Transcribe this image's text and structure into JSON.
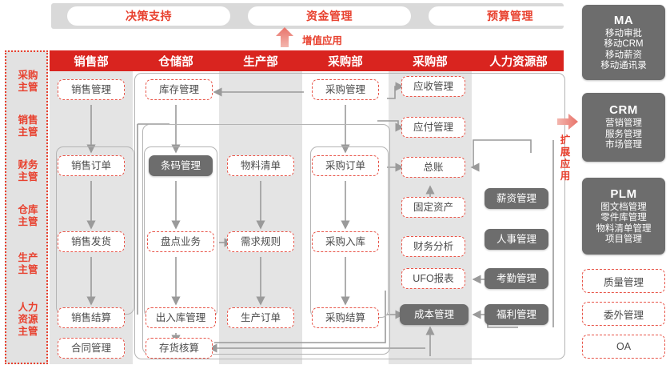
{
  "top_tabs": [
    {
      "label": "决策支持"
    },
    {
      "label": "资金管理"
    },
    {
      "label": "预算管理"
    }
  ],
  "value_added_label": "增值应用",
  "expansion_label": "扩展应用",
  "roles": [
    {
      "label": "采购\n主管",
      "line1": "采购",
      "line2": "主管",
      "line3": ""
    },
    {
      "label": "销售\n主管",
      "line1": "销售",
      "line2": "主管",
      "line3": ""
    },
    {
      "label": "财务\n主管",
      "line1": "财务",
      "line2": "主管",
      "line3": ""
    },
    {
      "label": "仓库\n主管",
      "line1": "仓库",
      "line2": "主管",
      "line3": ""
    },
    {
      "label": "生产\n主管",
      "line1": "生产",
      "line2": "主管",
      "line3": ""
    },
    {
      "label": "人力\n资源\n主管",
      "line1": "人力",
      "line2": "资源",
      "line3": "主管"
    }
  ],
  "columns": [
    {
      "header": "销售部"
    },
    {
      "header": "仓储部"
    },
    {
      "header": "生产部"
    },
    {
      "header": "采购部"
    },
    {
      "header": "采购部"
    },
    {
      "header": "人力资源部"
    }
  ],
  "nodes": {
    "sales": [
      {
        "label": "销售管理",
        "style": "red"
      },
      {
        "label": "销售订单",
        "style": "red"
      },
      {
        "label": "销售发货",
        "style": "red"
      },
      {
        "label": "销售结算",
        "style": "red"
      },
      {
        "label": "合同管理",
        "style": "red"
      }
    ],
    "warehouse": [
      {
        "label": "库存管理",
        "style": "red"
      },
      {
        "label": "条码管理",
        "style": "gray"
      },
      {
        "label": "盘点业务",
        "style": "red"
      },
      {
        "label": "出入库管理",
        "style": "red"
      },
      {
        "label": "存货核算",
        "style": "red"
      }
    ],
    "production": [
      {
        "label": "物料清单",
        "style": "red"
      },
      {
        "label": "需求规则",
        "style": "red"
      },
      {
        "label": "生产订单",
        "style": "red"
      }
    ],
    "purchasing": [
      {
        "label": "采购管理",
        "style": "red"
      },
      {
        "label": "采购订单",
        "style": "red"
      },
      {
        "label": "采购入库",
        "style": "red"
      },
      {
        "label": "采购结算",
        "style": "red"
      }
    ],
    "finance": [
      {
        "label": "应收管理",
        "style": "red"
      },
      {
        "label": "应付管理",
        "style": "red"
      },
      {
        "label": "总账",
        "style": "red"
      },
      {
        "label": "固定资产",
        "style": "red"
      },
      {
        "label": "财务分析",
        "style": "red"
      },
      {
        "label": "UFO报表",
        "style": "red"
      },
      {
        "label": "成本管理",
        "style": "gray"
      }
    ],
    "hr": [
      {
        "label": "薪资管理",
        "style": "gray"
      },
      {
        "label": "人事管理",
        "style": "gray"
      },
      {
        "label": "考勤管理",
        "style": "gray"
      },
      {
        "label": "福利管理",
        "style": "gray"
      }
    ]
  },
  "right_panels": [
    {
      "title": "MA",
      "items": [
        "移动审批",
        "移动CRM",
        "移动薪资",
        "移动通讯录"
      ]
    },
    {
      "title": "CRM",
      "items": [
        "营销管理",
        "服务管理",
        "市场管理"
      ]
    },
    {
      "title": "PLM",
      "items": [
        "图文档管理",
        "零件库管理",
        "物料清单管理",
        "项目管理"
      ]
    }
  ],
  "right_boxes": [
    {
      "label": "质量管理"
    },
    {
      "label": "委外管理"
    },
    {
      "label": "OA"
    }
  ],
  "colors": {
    "brand_red": "#d9241f",
    "accent_red": "#e8412f",
    "dashed_red": "#e8564a",
    "gray_node": "#6d6d6d",
    "column_gray": "#e4e4e4",
    "strip_gray": "#d9d9d9",
    "wire": "#9a9a9a"
  }
}
